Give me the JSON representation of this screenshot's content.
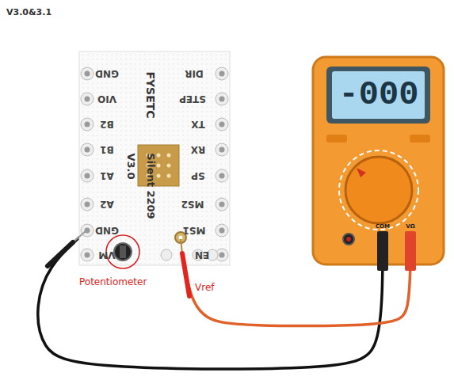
{
  "diagram": {
    "title": "V3.0&3.1",
    "nodes": [
      {
        "text": [
          "FYSETC",
          "V3.0",
          "Silent 2209",
          "GND",
          "VIO",
          "B2",
          "B1",
          "A1",
          "A2",
          "GND",
          "VM",
          "DIR",
          "STEP",
          "TX",
          "RX",
          "SP",
          "MS2",
          "MS1",
          "EN"
        ]
      },
      {
        "text": [
          "-000",
          "COM",
          "VΩ"
        ]
      }
    ],
    "edges": [
      {
        "from": 0,
        "to": 1,
        "arrow": "none"
      },
      {
        "from": 0,
        "to": 1,
        "arrow": "none"
      }
    ],
    "labels": [
      "Potentiometer",
      "Vref"
    ]
  }
}
